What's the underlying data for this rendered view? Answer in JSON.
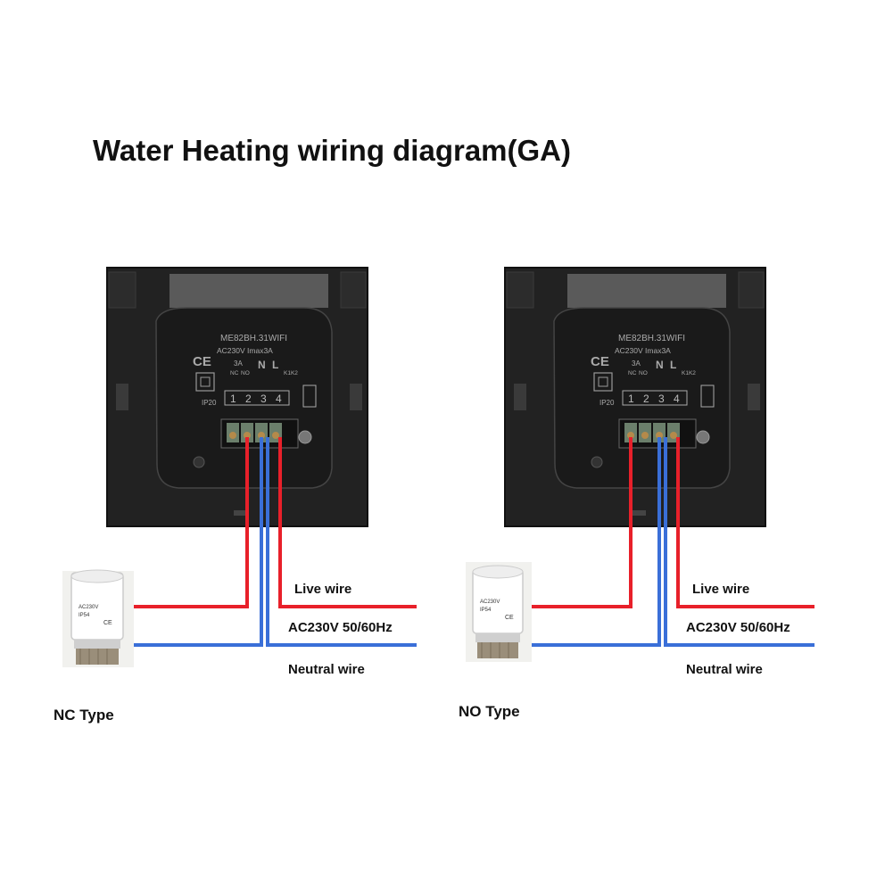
{
  "title": "Water Heating wiring diagram(GA)",
  "thermostat": {
    "model": "ME82BH.31WIFI",
    "rating": "AC230V Imax3A",
    "ce_mark": "CE",
    "current": "3A",
    "nc": "NC",
    "no": "NO",
    "n": "N",
    "l": "L",
    "k": "K1K2",
    "ip": "IP20",
    "terminals": [
      "1",
      "2",
      "3",
      "4"
    ]
  },
  "actuator": {
    "line1": "AC230V",
    "line2": "IP54",
    "ce": "CE"
  },
  "diagrams": [
    {
      "type_label": "NC Type",
      "live_label": "Live wire",
      "supply_label": "AC230V 50/60Hz",
      "neutral_label": "Neutral wire"
    },
    {
      "type_label": "NO Type",
      "live_label": "Live wire",
      "supply_label": "AC230V 50/60Hz",
      "neutral_label": "Neutral wire"
    }
  ],
  "colors": {
    "live": "#e8202a",
    "neutral": "#3a6fd8",
    "panel": "#222222",
    "background": "#ffffff"
  }
}
